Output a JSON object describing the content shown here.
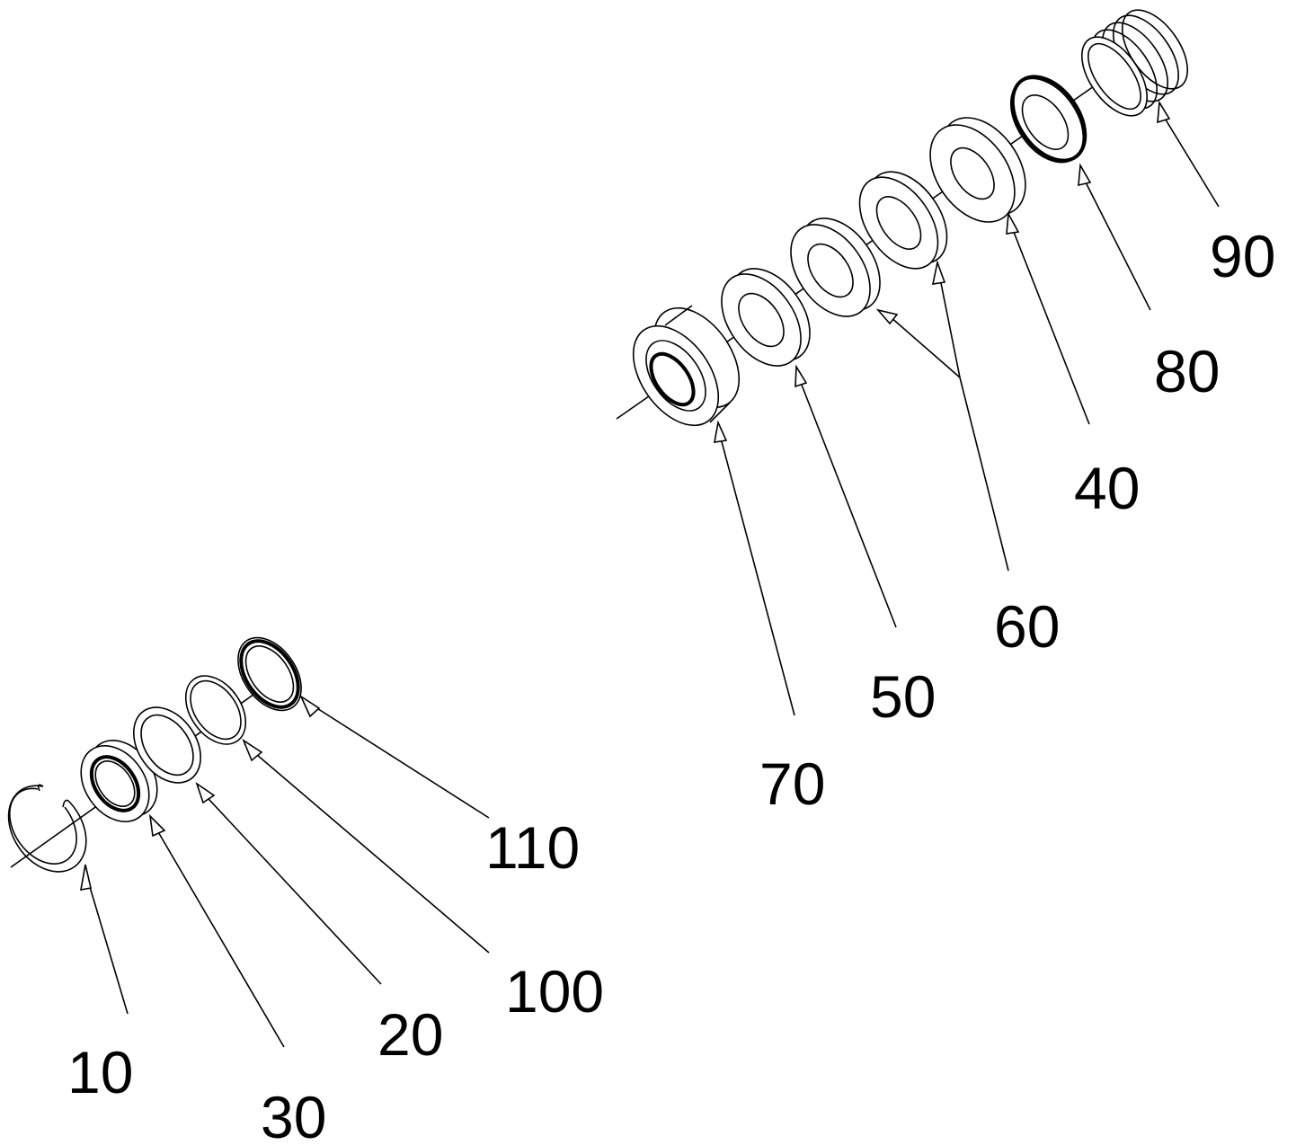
{
  "figure": {
    "labels": {
      "p10": "10",
      "p20": "20",
      "p30": "30",
      "p40": "40",
      "p50": "50",
      "p60": "60",
      "p70": "70",
      "p80": "80",
      "p90": "90",
      "p100": "100",
      "p110": "110"
    },
    "colors": {
      "line": "#000000",
      "background": "#ffffff"
    }
  }
}
